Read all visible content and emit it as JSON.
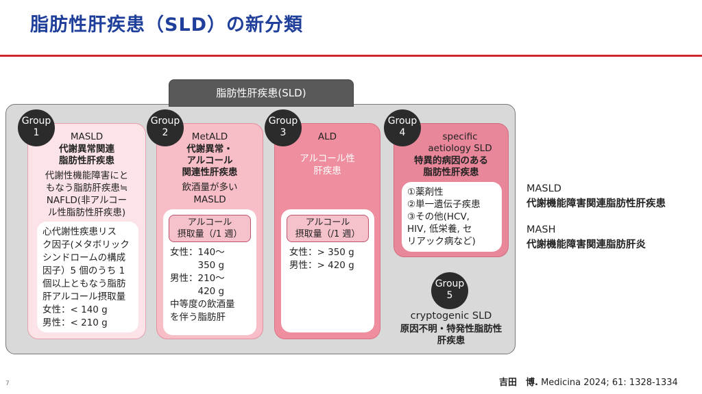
{
  "title": "脂肪性肝疾患（SLD）の新分類",
  "sld_header": "脂肪性肝疾患(SLD)",
  "groups": [
    {
      "badge_top": "Group",
      "badge_num": "1",
      "name": "MASLD",
      "jp_name": [
        "代謝異常関連",
        "脂肪性肝疾患"
      ],
      "desc": [
        "代謝性機能障害にと",
        "もなう脂肪肝疾患≒",
        "NAFLD(非アルコー",
        "ル性脂肪性肝疾患)"
      ],
      "inner": [
        "心代謝性疾患リス",
        "ク因子(メタボリック",
        "シンドロームの構成",
        "因子）5 個のうち 1",
        "個以上ともなう脂肪",
        "肝アルコール摂取量",
        "女性：< 140 g",
        "男性：< 210 g"
      ]
    },
    {
      "badge_top": "Group",
      "badge_num": "2",
      "name": "MetALD",
      "jp_name": [
        "代謝異常・",
        "アルコール",
        "関連性肝疾患"
      ],
      "desc": [
        "飲酒量が多い",
        "MASLD"
      ],
      "sub_label": [
        "アルコール",
        "摂取量（/1 週）"
      ],
      "inner": [
        "女性：140〜",
        "　　　350 g",
        "男性：210〜",
        "　　　420 g",
        "中等度の飲酒量",
        "を伴う脂肪肝"
      ]
    },
    {
      "badge_top": "Group",
      "badge_num": "3",
      "name": "ALD",
      "jp_name": [
        "アルコール性",
        "肝疾患"
      ],
      "sub_label": [
        "アルコール",
        "摂取量（/1 週）"
      ],
      "inner": [
        "女性：> 350 g",
        "男性：> 420 g"
      ]
    },
    {
      "badge_top": "Group",
      "badge_num": "4",
      "name": [
        "specific",
        "aetiology SLD"
      ],
      "jp_name": [
        "特異的病因のある",
        "脂肪性肝疾患"
      ],
      "inner": [
        "①薬剤性",
        "②単一遺伝子疾患",
        "③その他(HCV,",
        "HIV, 低栄養, セ",
        "リアック病など)"
      ]
    },
    {
      "badge_top": "Group",
      "badge_num": "5",
      "name": "cryptogenic SLD",
      "jp_name": [
        "原因不明・特発性脂肪性",
        "肝疾患"
      ]
    }
  ],
  "glossary": [
    {
      "abbr": "MASLD",
      "full": "代謝機能障害関連脂肪性肝疾患"
    },
    {
      "abbr": "MASH",
      "full": "代謝機能障害関連脂肪肝炎"
    }
  ],
  "page_number": "7",
  "citation": {
    "author": "吉田　博.",
    "source": "Medicina 2024; 61: 1328-1334"
  },
  "colors": {
    "title": "#1f3f9a",
    "rule": "#d0262c",
    "group1": "#fbe3e7",
    "group2": "#f7bec7",
    "group3": "#ee8e9e",
    "group4": "#e8879a",
    "badge": "#2b2b2b"
  }
}
